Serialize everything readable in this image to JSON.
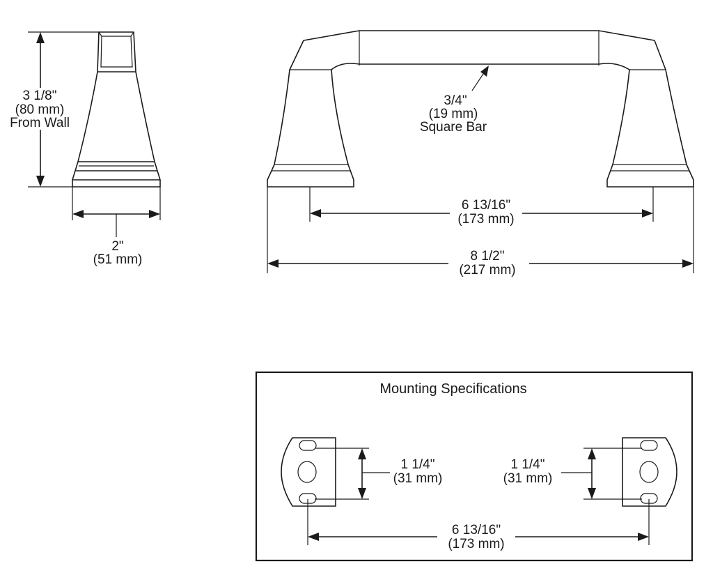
{
  "side_view": {
    "height": {
      "line1": "3 1/8\"",
      "line2": "(80 mm)",
      "line3": "From Wall"
    },
    "base_width": {
      "line1": "2\"",
      "line2": "(51 mm)"
    }
  },
  "front_view": {
    "bar": {
      "line1": "3/4\"",
      "line2": "(19 mm)",
      "line3": "Square Bar"
    },
    "centers": {
      "line1": "6 13/16\"",
      "line2": "(173 mm)"
    },
    "overall": {
      "line1": "8 1/2\"",
      "line2": "(217 mm)"
    }
  },
  "mounting": {
    "title": "Mounting Specifications",
    "left_hole_spacing": {
      "line1": "1 1/4\"",
      "line2": "(31 mm)"
    },
    "right_hole_spacing": {
      "line1": "1 1/4\"",
      "line2": "(31 mm)"
    },
    "centers": {
      "line1": "6 13/16\"",
      "line2": "(173 mm)"
    }
  }
}
